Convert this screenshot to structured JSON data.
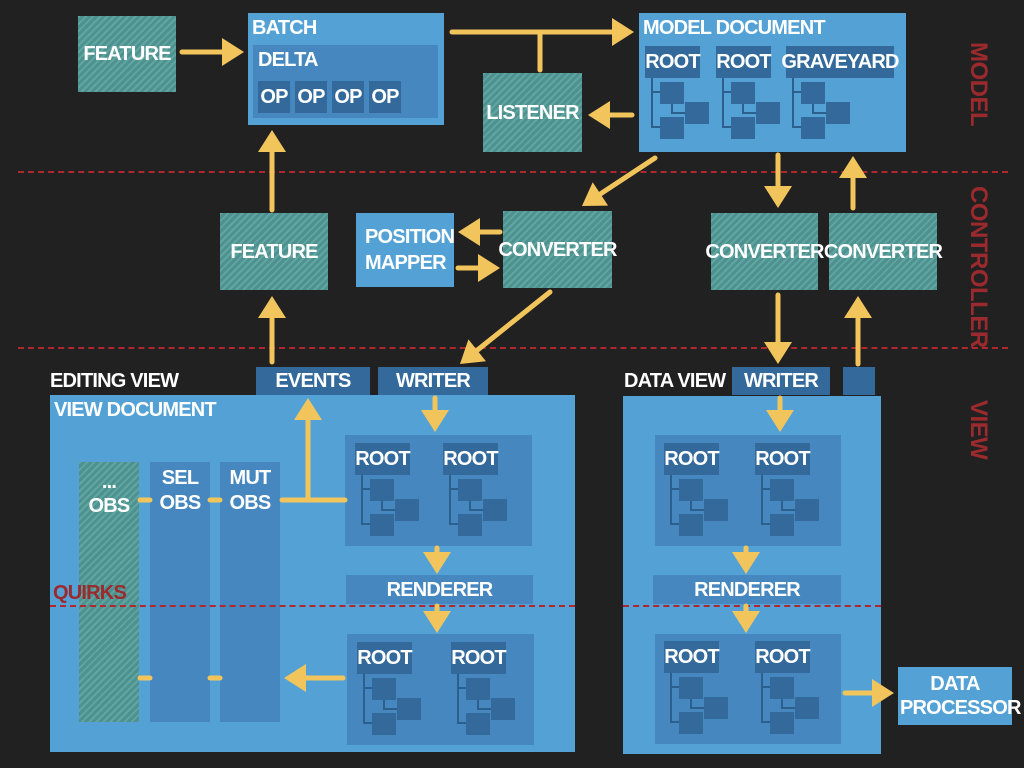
{
  "layers": {
    "model": "MODEL",
    "controller": "CONTROLLER",
    "view": "VIEW"
  },
  "model": {
    "feature": "FEATURE",
    "batch": {
      "title": "BATCH",
      "delta": "DELTA",
      "ops": [
        "OP",
        "OP",
        "OP",
        "OP"
      ]
    },
    "listener": "LISTENER",
    "document": {
      "title": "MODEL DOCUMENT",
      "roots": [
        "ROOT",
        "ROOT",
        "GRAVEYARD"
      ]
    }
  },
  "controller": {
    "feature": "FEATURE",
    "position_mapper": "POSITION MAPPER",
    "converter_editing": "CONVERTER",
    "converter_data_down": "CONVERTER",
    "converter_data_up": "CONVERTER"
  },
  "editing_view": {
    "label": "EDITING VIEW",
    "events": "EVENTS",
    "writer": "WRITER",
    "document_title": "VIEW DOCUMENT",
    "observers": {
      "other": "...",
      "other_obs": "OBS",
      "sel": "SEL",
      "sel_obs": "OBS",
      "mut": "MUT",
      "mut_obs": "OBS"
    },
    "quirks": "QUIRKS",
    "view_roots": [
      "ROOT",
      "ROOT"
    ],
    "renderer": "RENDERER",
    "dom_roots": [
      "ROOT",
      "ROOT"
    ]
  },
  "data_view": {
    "label": "DATA VIEW",
    "writer": "WRITER",
    "view_roots": [
      "ROOT",
      "ROOT"
    ],
    "renderer": "RENDERER",
    "dom_roots": [
      "ROOT",
      "ROOT"
    ],
    "data_processor": "DATA PROCESSOR"
  },
  "colors": {
    "background": "#212121",
    "arrow": "#f2c55c",
    "layer_label": "#9b2a2e",
    "divider": "#b0282e",
    "box_light": "#54a2d5",
    "box_mid": "#4587be",
    "box_dark": "#336a9b",
    "hatch": "#5fa6a2"
  }
}
